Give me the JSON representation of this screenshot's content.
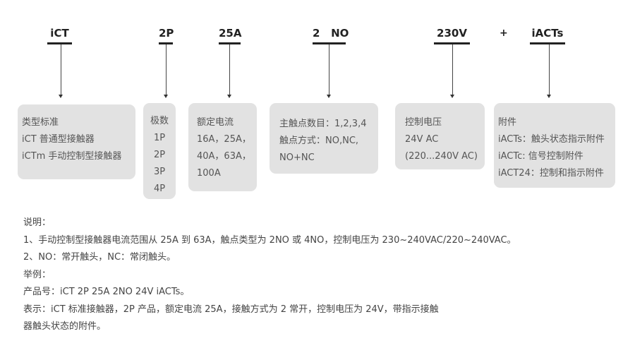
{
  "codes": [
    {
      "label": "iCT"
    },
    {
      "label": "2P"
    },
    {
      "label": "25A"
    },
    {
      "label": "2   NO"
    },
    {
      "label": "230V"
    },
    {
      "label": "iACTs"
    }
  ],
  "plus": "+",
  "boxes": [
    {
      "lines": [
        "类型标准",
        "iCT 普通型接触器",
        "iCTm 手动控制型接触器"
      ]
    },
    {
      "lines": [
        "极数",
        "1P",
        "2P",
        "3P",
        "4P"
      ]
    },
    {
      "lines": [
        "额定电流",
        "16A，25A，",
        "40A，63A，",
        "100A"
      ]
    },
    {
      "lines": [
        "主触点数目：1,2,3,4",
        "触点方式：NO,NC,",
        "NO+NC"
      ]
    },
    {
      "lines": [
        "控制电压",
        "24V AC",
        "(220...240V AC)"
      ]
    },
    {
      "lines": [
        "附件",
        "iACTs：触头状态指示附件",
        "iACTc: 信号控制附件",
        "iACT24：控制和指示附件"
      ]
    }
  ],
  "notes": [
    "说明：",
    "1、手动控制型接触器电流范围从 25A 到 63A，触点类型为 2NO 或 4NO，控制电压为 230~240VAC/220~240VAC。",
    "2、NO：常开触头，NC：常闭触头。",
    "举例：",
    "产品号：iCT 2P 25A 2NO 24V iACTs。",
    "表示：iCT 标准接触器，2P 产品，额定电流 25A，接触方式为 2 常开，控制电压为 24V，带指示接触",
    "器触头状态的附件。"
  ]
}
